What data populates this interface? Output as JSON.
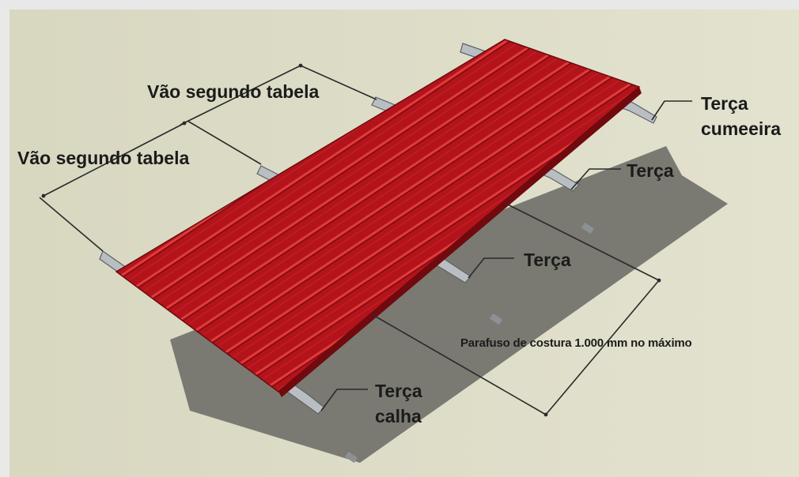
{
  "labels": {
    "span_upper": "Vão segundo tabela",
    "span_lower": "Vão segundo tabela",
    "ridge_purlin_line1": "Terça",
    "ridge_purlin_line2": "cumeeira",
    "purlin_upper": "Terça",
    "purlin_middle": "Terça",
    "gutter_purlin_line1": "Terça",
    "gutter_purlin_line2": "calha",
    "seam_screw": "Parafuso de costura 1.000 mm no máximo"
  },
  "colors": {
    "background_top": "#e9e9e7",
    "drawing_background": "#deddc6",
    "roof_sheet": "#b3141b",
    "shadow": "#7a7a72",
    "purlin": "#b7bcc0",
    "text": "#1b1b1b"
  }
}
